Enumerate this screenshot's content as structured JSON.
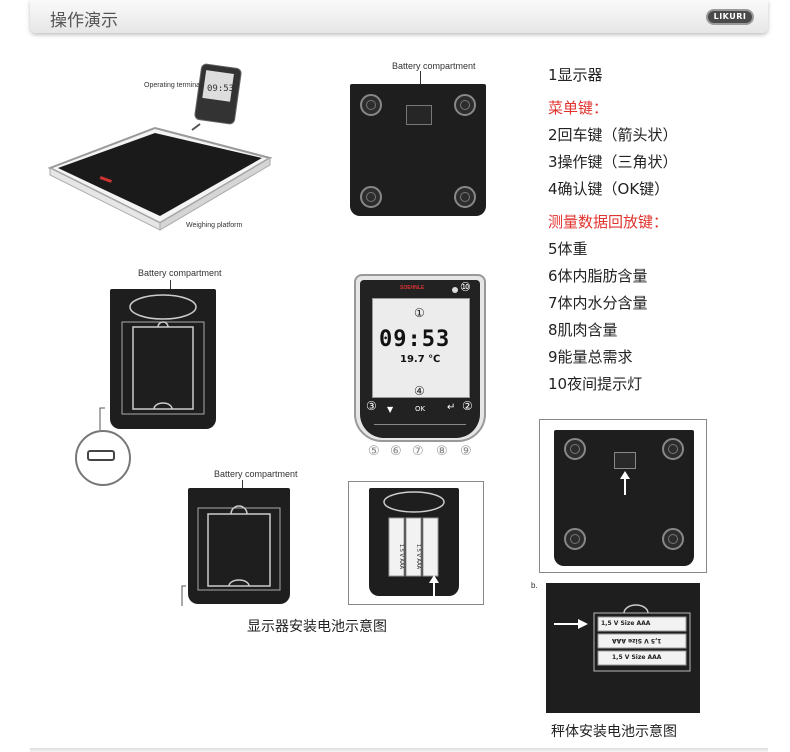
{
  "header": {
    "title": "操作演示",
    "logo": "LIKURI"
  },
  "figures": {
    "scale_overview": {
      "terminal_label": "Operating terminal",
      "platform_label": "Weighing platform",
      "display_time": "09:53"
    },
    "scale_battery_top": {
      "label": "Battery compartment"
    },
    "display_battery": {
      "label": "Battery compartment"
    },
    "terminal": {
      "brand": "SOEHNLE",
      "time": "09:53",
      "temperature": "19.7 ℃",
      "ok_label": "OK",
      "callouts": [
        "①",
        "②",
        "③",
        "④",
        "⑤",
        "⑥",
        "⑦",
        "⑧",
        "⑨",
        "⑩"
      ]
    },
    "display_battery_lower": {
      "label": "Battery compartment"
    },
    "display_batteries_installed": {
      "battery_labels": [
        "1.5 V AAA",
        "1.5 V AAA",
        "1.5 V AAA"
      ]
    },
    "scale_battery_install": {
      "b_label": "b.",
      "battery_labels": [
        "1,5 V Size AAA",
        "1,5 V Size AAA",
        "1,5 V Size AAA"
      ]
    }
  },
  "captions": {
    "display_install": "显示器安装电池示意图",
    "scale_install": "秤体安装电池示意图"
  },
  "legend": {
    "display": "1显示器",
    "menu_heading": "菜单键：",
    "menu_items": [
      "2回车键（箭头状）",
      "3操作键（三角状）",
      "4确认键（OK键）"
    ],
    "playback_heading": "测量数据回放键：",
    "playback_items": [
      "5体重",
      "6体内脂肪含量",
      "7体内水分含量",
      "8肌肉含量",
      "9能量总需求",
      "10夜间提示灯"
    ]
  },
  "colors": {
    "accent_red": "#e0332e",
    "panel_dark": "#1e1e1e"
  }
}
